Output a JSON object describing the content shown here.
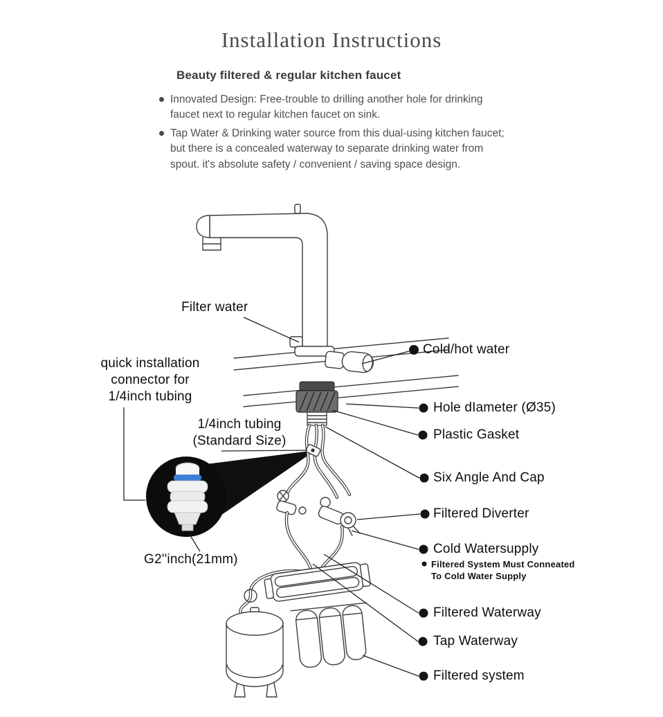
{
  "header": {
    "title": "Installation Instructions",
    "subtitle": "Beauty filtered & regular kitchen faucet",
    "bullets": [
      "Innovated Design: Free-trouble to drilling another hole for drinking faucet next to regular kitchen faucet on sink.",
      "Tap Water & Drinking water source from this dual-using kitchen faucet; but there is a concealed waterway to separate drinking water from spout. it's absolute safety / convenient / saving space design."
    ]
  },
  "diagram": {
    "labels": {
      "filter_water": "Filter water",
      "cold_hot_water": "Cold/hot water",
      "quick_connector_line1": "quick installation",
      "quick_connector_line2": "connector for",
      "quick_connector_line3": "1/4inch tubing",
      "tubing_line1": "1/4inch tubing",
      "tubing_line2": "(Standard Size)",
      "hole_diameter": "Hole dIameter (Ø35)",
      "plastic_gasket": "Plastic Gasket",
      "six_angle_cap": "Six Angle And Cap",
      "filtered_diverter": "Filtered Diverter",
      "cold_watersupply": "Cold Watersupply",
      "cold_supply_note_line1": "Filtered System Must Conneated",
      "cold_supply_note_line2": "To Cold Water Supply",
      "filtered_waterway": "Filtered Waterway",
      "tap_waterway": "Tap Waterway",
      "filtered_system": "Filtered system",
      "g2_thread": "G2''inch(21mm)"
    },
    "colors": {
      "line": "#3c3c3c",
      "callout_bg": "#0c0c0c",
      "collet_blue": "#3e7fd6"
    }
  }
}
